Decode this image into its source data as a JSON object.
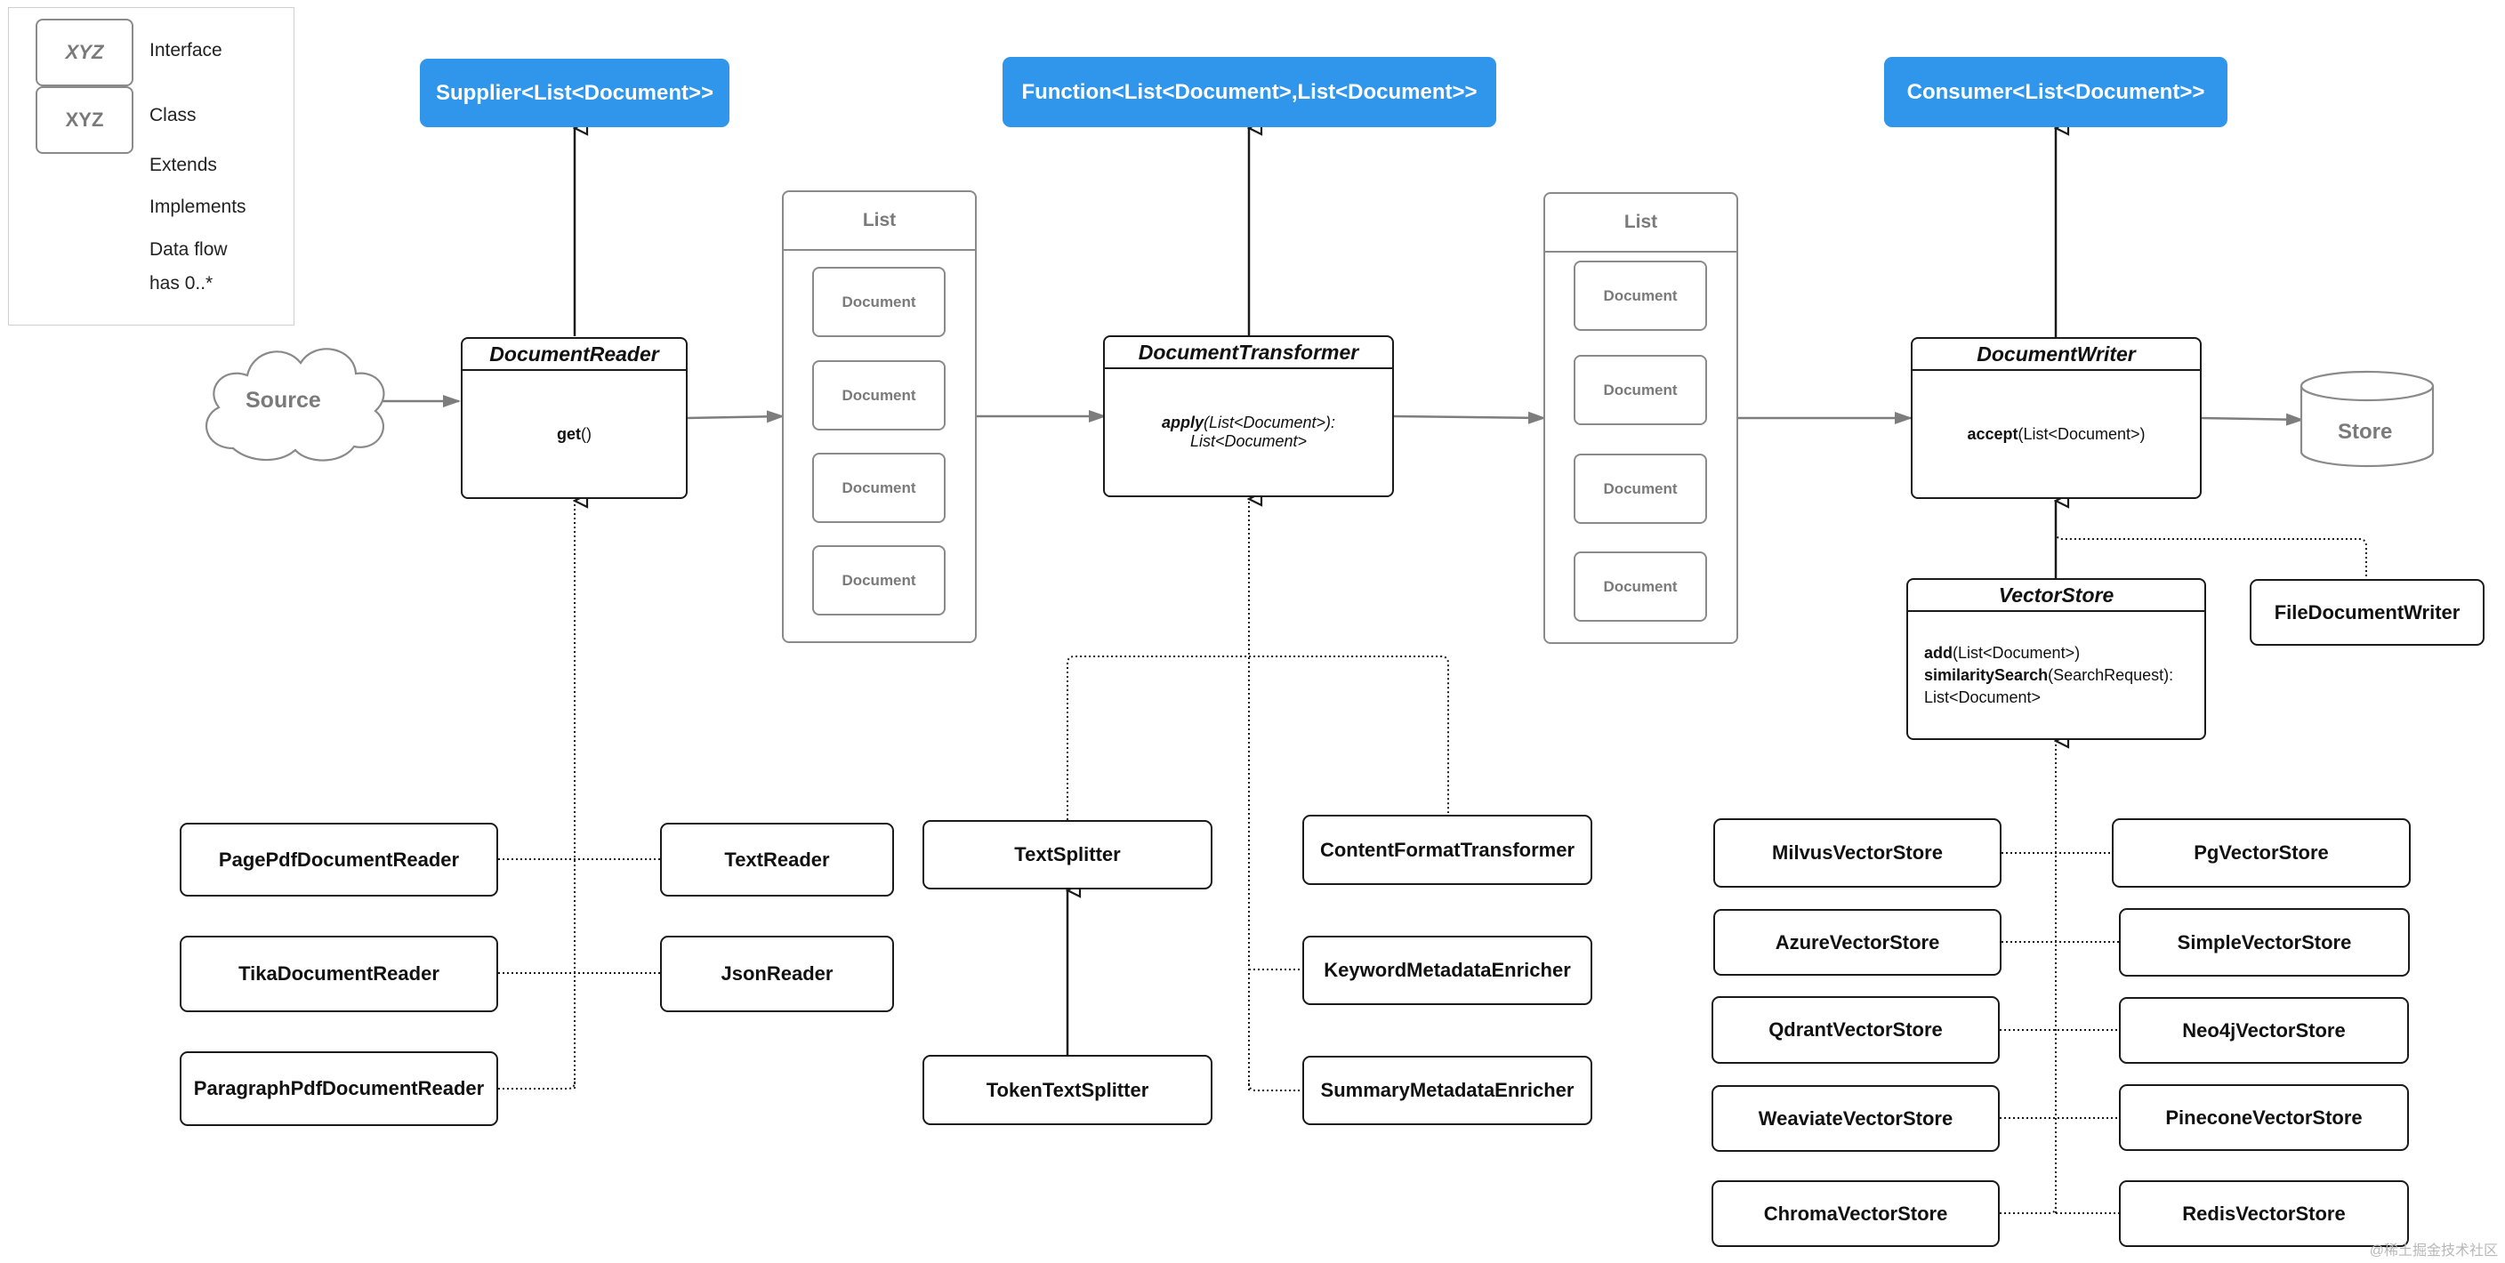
{
  "legend": {
    "interface_key": "XYZ",
    "interface_label": "Interface",
    "class_key": "XYZ",
    "class_label": "Class",
    "extends_label": "Extends",
    "implements_label": "Implements",
    "dataflow_label": "Data flow",
    "has_label": "has 0..*"
  },
  "functional": {
    "supplier": "Supplier<List<Document>>",
    "function": "Function<List<Document>,List<Document>>",
    "consumer": "Consumer<List<Document>>"
  },
  "source": "Source",
  "store": "Store",
  "reader": {
    "name": "DocumentReader",
    "method": "get",
    "params": "()"
  },
  "transformer": {
    "name": "DocumentTransformer",
    "method": "apply",
    "params": "(List<Document>):",
    "returns": "List<Document>"
  },
  "writer": {
    "name": "DocumentWriter",
    "method": "accept",
    "params": "(List<Document>)"
  },
  "vectorstore": {
    "name": "VectorStore",
    "m1_name": "add",
    "m1_params": "(List<Document>)",
    "m2_name": "similaritySearch",
    "m2_params": "(SearchRequest):",
    "m2_returns": "List<Document>"
  },
  "list1": {
    "header": "List",
    "items": [
      "Document",
      "Document",
      "Document",
      "Document"
    ]
  },
  "list2": {
    "header": "List",
    "items": [
      "Document",
      "Document",
      "Document",
      "Document"
    ]
  },
  "readers": [
    "PagePdfDocumentReader",
    "TikaDocumentReader",
    "ParagraphPdfDocumentReader",
    "TextReader",
    "JsonReader"
  ],
  "transformers": [
    "TextSplitter",
    "TokenTextSplitter",
    "ContentFormatTransformer",
    "KeywordMetadataEnricher",
    "SummaryMetadataEnricher"
  ],
  "file_writer": "FileDocumentWriter",
  "stores_left": [
    "MilvusVectorStore",
    "AzureVectorStore",
    "QdrantVectorStore",
    "WeaviateVectorStore",
    "ChromaVectorStore"
  ],
  "stores_right": [
    "PgVectorStore",
    "SimpleVectorStore",
    "Neo4jVectorStore",
    "PineconeVectorStore",
    "RedisVectorStore"
  ],
  "watermark": "@稀土掘金技术社区"
}
